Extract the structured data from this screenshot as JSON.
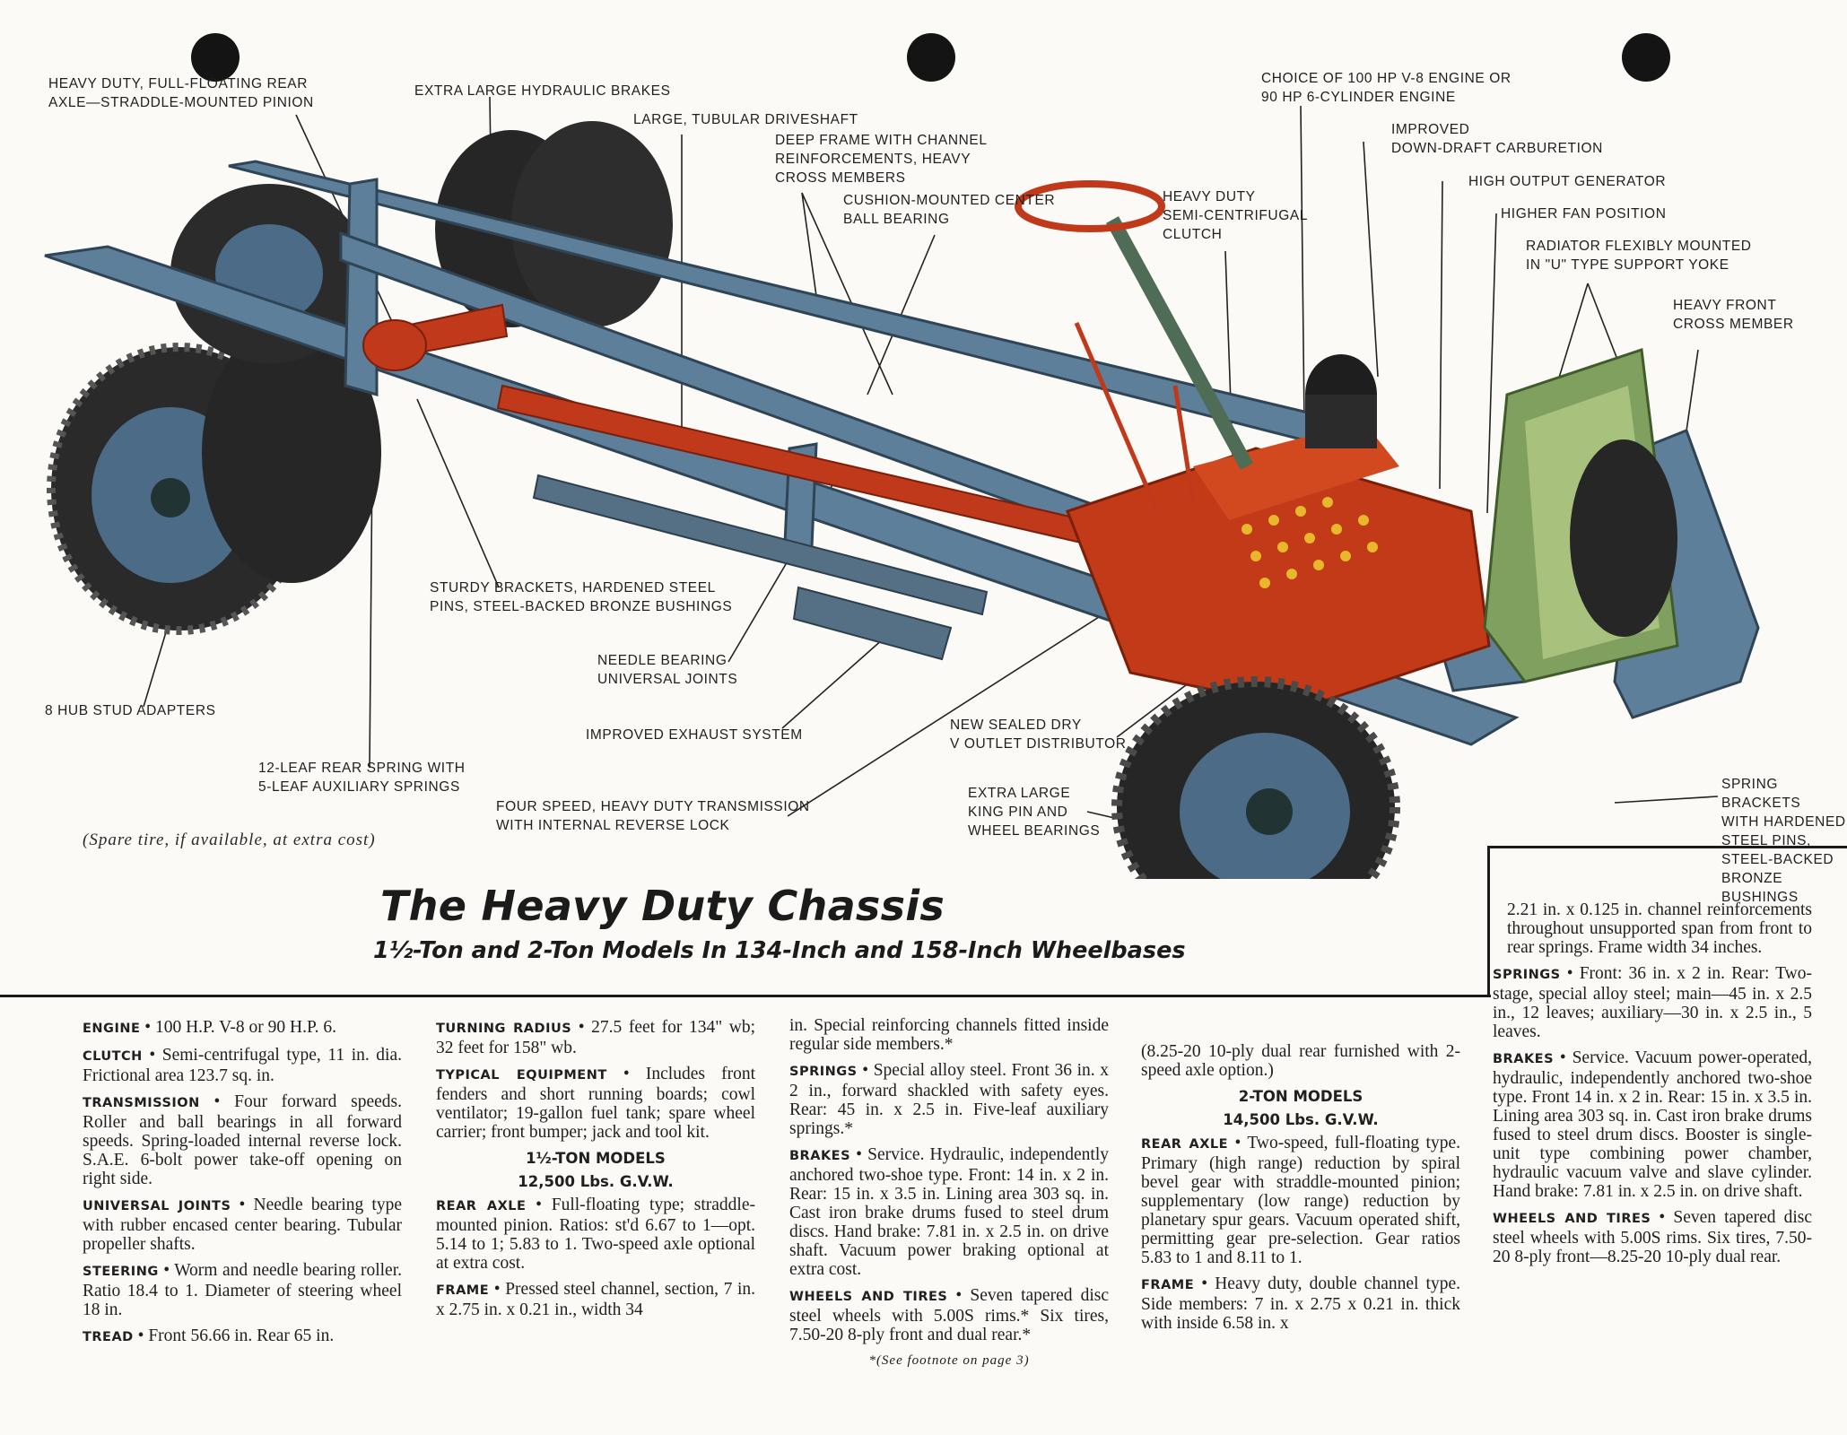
{
  "callouts": {
    "rear_axle": "HEAVY DUTY, FULL-FLOATING REAR\nAXLE—STRADDLE-MOUNTED PINION",
    "brakes": "EXTRA LARGE HYDRAULIC BRAKES",
    "driveshaft": "LARGE, TUBULAR DRIVESHAFT",
    "frame": "DEEP FRAME WITH CHANNEL\nREINFORCEMENTS, HEAVY\nCROSS MEMBERS",
    "center_bearing": "CUSHION-MOUNTED CENTER\nBALL BEARING",
    "clutch": "HEAVY DUTY\nSEMI-CENTRIFUGAL\nCLUTCH",
    "engine_choice": "CHOICE OF 100 HP V-8 ENGINE OR\n90 HP 6-CYLINDER ENGINE",
    "carburetion": "IMPROVED\nDOWN-DRAFT CARBURETION",
    "generator": "HIGH OUTPUT GENERATOR",
    "fan": "HIGHER FAN POSITION",
    "radiator": "RADIATOR FLEXIBLY MOUNTED\nIN \"U\" TYPE SUPPORT YOKE",
    "front_cross": "HEAVY FRONT\nCROSS MEMBER",
    "brackets": "STURDY BRACKETS, HARDENED STEEL\nPINS, STEEL-BACKED BRONZE BUSHINGS",
    "needle_bearing": "NEEDLE BEARING\nUNIVERSAL JOINTS",
    "hub_stud": "8 HUB STUD ADAPTERS",
    "rear_spring": "12-LEAF REAR SPRING WITH\n5-LEAF AUXILIARY SPRINGS",
    "exhaust": "IMPROVED EXHAUST SYSTEM",
    "distributor": "NEW SEALED DRY\nV OUTLET DISTRIBUTOR",
    "transmission": "FOUR SPEED, HEAVY DUTY TRANSMISSION\nWITH INTERNAL REVERSE LOCK",
    "king_pin": "EXTRA LARGE\nKING PIN AND\nWHEEL BEARINGS",
    "spring_brackets": "SPRING BRACKETS\nWITH HARDENED\nSTEEL PINS,\nSTEEL-BACKED\nBRONZE BUSHINGS"
  },
  "spare_note": "(Spare tire, if available, at extra cost)",
  "title": "The Heavy Duty Chassis",
  "subtitle": "1½-Ton and 2-Ton Models In 134-Inch and 158-Inch Wheelbases",
  "specs": {
    "col1": [
      {
        "label": "ENGINE",
        "text": "100 H.P. V-8 or 90 H.P. 6."
      },
      {
        "label": "CLUTCH",
        "text": "Semi-centrifugal type, 11 in. dia. Frictional area 123.7 sq. in."
      },
      {
        "label": "TRANSMISSION",
        "text": "Four forward speeds. Roller and ball bearings in all forward speeds. Spring-loaded internal reverse lock. S.A.E. 6-bolt power take-off opening on right side."
      },
      {
        "label": "UNIVERSAL JOINTS",
        "text": "Needle bearing type with rubber encased center bearing. Tubular propeller shafts."
      },
      {
        "label": "STEERING",
        "text": "Worm and needle bearing roller. Ratio 18.4 to 1. Diameter of steering wheel 18 in."
      },
      {
        "label": "TREAD",
        "text": "Front 56.66 in. Rear 65 in."
      }
    ],
    "col2": [
      {
        "label": "TURNING RADIUS",
        "text": "27.5 feet for 134\" wb; 32 feet for 158\" wb."
      },
      {
        "label": "TYPICAL EQUIPMENT",
        "text": "Includes front fenders and short running boards; cowl ventilator; 19-gallon fuel tank; spare wheel carrier; front bumper; jack and tool kit."
      }
    ],
    "col2_heading_1": "1½-TON MODELS",
    "col2_heading_2": "12,500 Lbs. G.V.W.",
    "col2b": [
      {
        "label": "REAR AXLE",
        "text": "Full-floating type; straddle-mounted pinion. Ratios: st'd 6.67 to 1—opt. 5.14 to 1; 5.83 to 1. Two-speed axle optional at extra cost."
      },
      {
        "label": "FRAME",
        "text": "Pressed steel channel, section, 7 in. x 2.75 in. x 0.21 in., width 34"
      }
    ],
    "col3_intro": "in. Special reinforcing channels fitted inside regular side members.*",
    "col3": [
      {
        "label": "SPRINGS",
        "text": "Special alloy steel. Front 36 in. x 2 in., forward shackled with safety eyes. Rear: 45 in. x 2.5 in. Five-leaf auxiliary springs.*"
      },
      {
        "label": "BRAKES",
        "text": "Service. Hydraulic, independently anchored two-shoe type. Front: 14 in. x 2 in. Rear: 15 in. x 3.5 in. Lining area 303 sq. in. Cast iron brake drums fused to steel drum discs. Hand brake: 7.81 in. x 2.5 in. on drive shaft. Vacuum power braking optional at extra cost."
      },
      {
        "label": "WHEELS AND TIRES",
        "text": "Seven tapered disc steel wheels with 5.00S rims.* Six tires, 7.50-20 8-ply front and dual rear.*"
      }
    ],
    "col3_footnote": "*(See footnote on page 3)",
    "col4_intro": "(8.25-20 10-ply dual rear furnished with 2-speed axle option.)",
    "col4_heading_1": "2-TON MODELS",
    "col4_heading_2": "14,500 Lbs. G.V.W.",
    "col4": [
      {
        "label": "REAR AXLE",
        "text": "Two-speed, full-floating type. Primary (high range) reduction by spiral bevel gear with straddle-mounted pinion; supplementary (low range) reduction by planetary spur gears. Vacuum operated shift, permitting gear pre-selection. Gear ratios 5.83 to 1 and 8.11 to 1."
      },
      {
        "label": "FRAME",
        "text": "Heavy duty, double channel type. Side members: 7 in. x 2.75 x 0.21 in. thick with inside 6.58 in. x"
      }
    ],
    "col5_intro": "2.21 in. x 0.125 in. channel reinforcements throughout unsupported span from front to rear springs. Frame width 34 inches.",
    "col5": [
      {
        "label": "SPRINGS",
        "text": "Front: 36 in. x 2 in. Rear: Two-stage, special alloy steel; main—45 in. x 2.5 in., 12 leaves; auxiliary—30 in. x 2.5 in., 5 leaves."
      },
      {
        "label": "BRAKES",
        "text": "Service. Vacuum power-operated, hydraulic, independently anchored two-shoe type. Front 14 in. x 2 in. Rear: 15 in. x 3.5 in. Lining area 303 sq. in. Cast iron brake drums fused to steel drum discs. Booster is single-unit type combining power chamber, hydraulic vacuum valve and slave cylinder. Hand brake: 7.81 in. x 2.5 in. on drive shaft."
      },
      {
        "label": "WHEELS AND TIRES",
        "text": "Seven tapered disc steel wheels with 5.00S rims. Six tires, 7.50-20 8-ply front—8.25-20 10-ply dual rear."
      }
    ]
  }
}
